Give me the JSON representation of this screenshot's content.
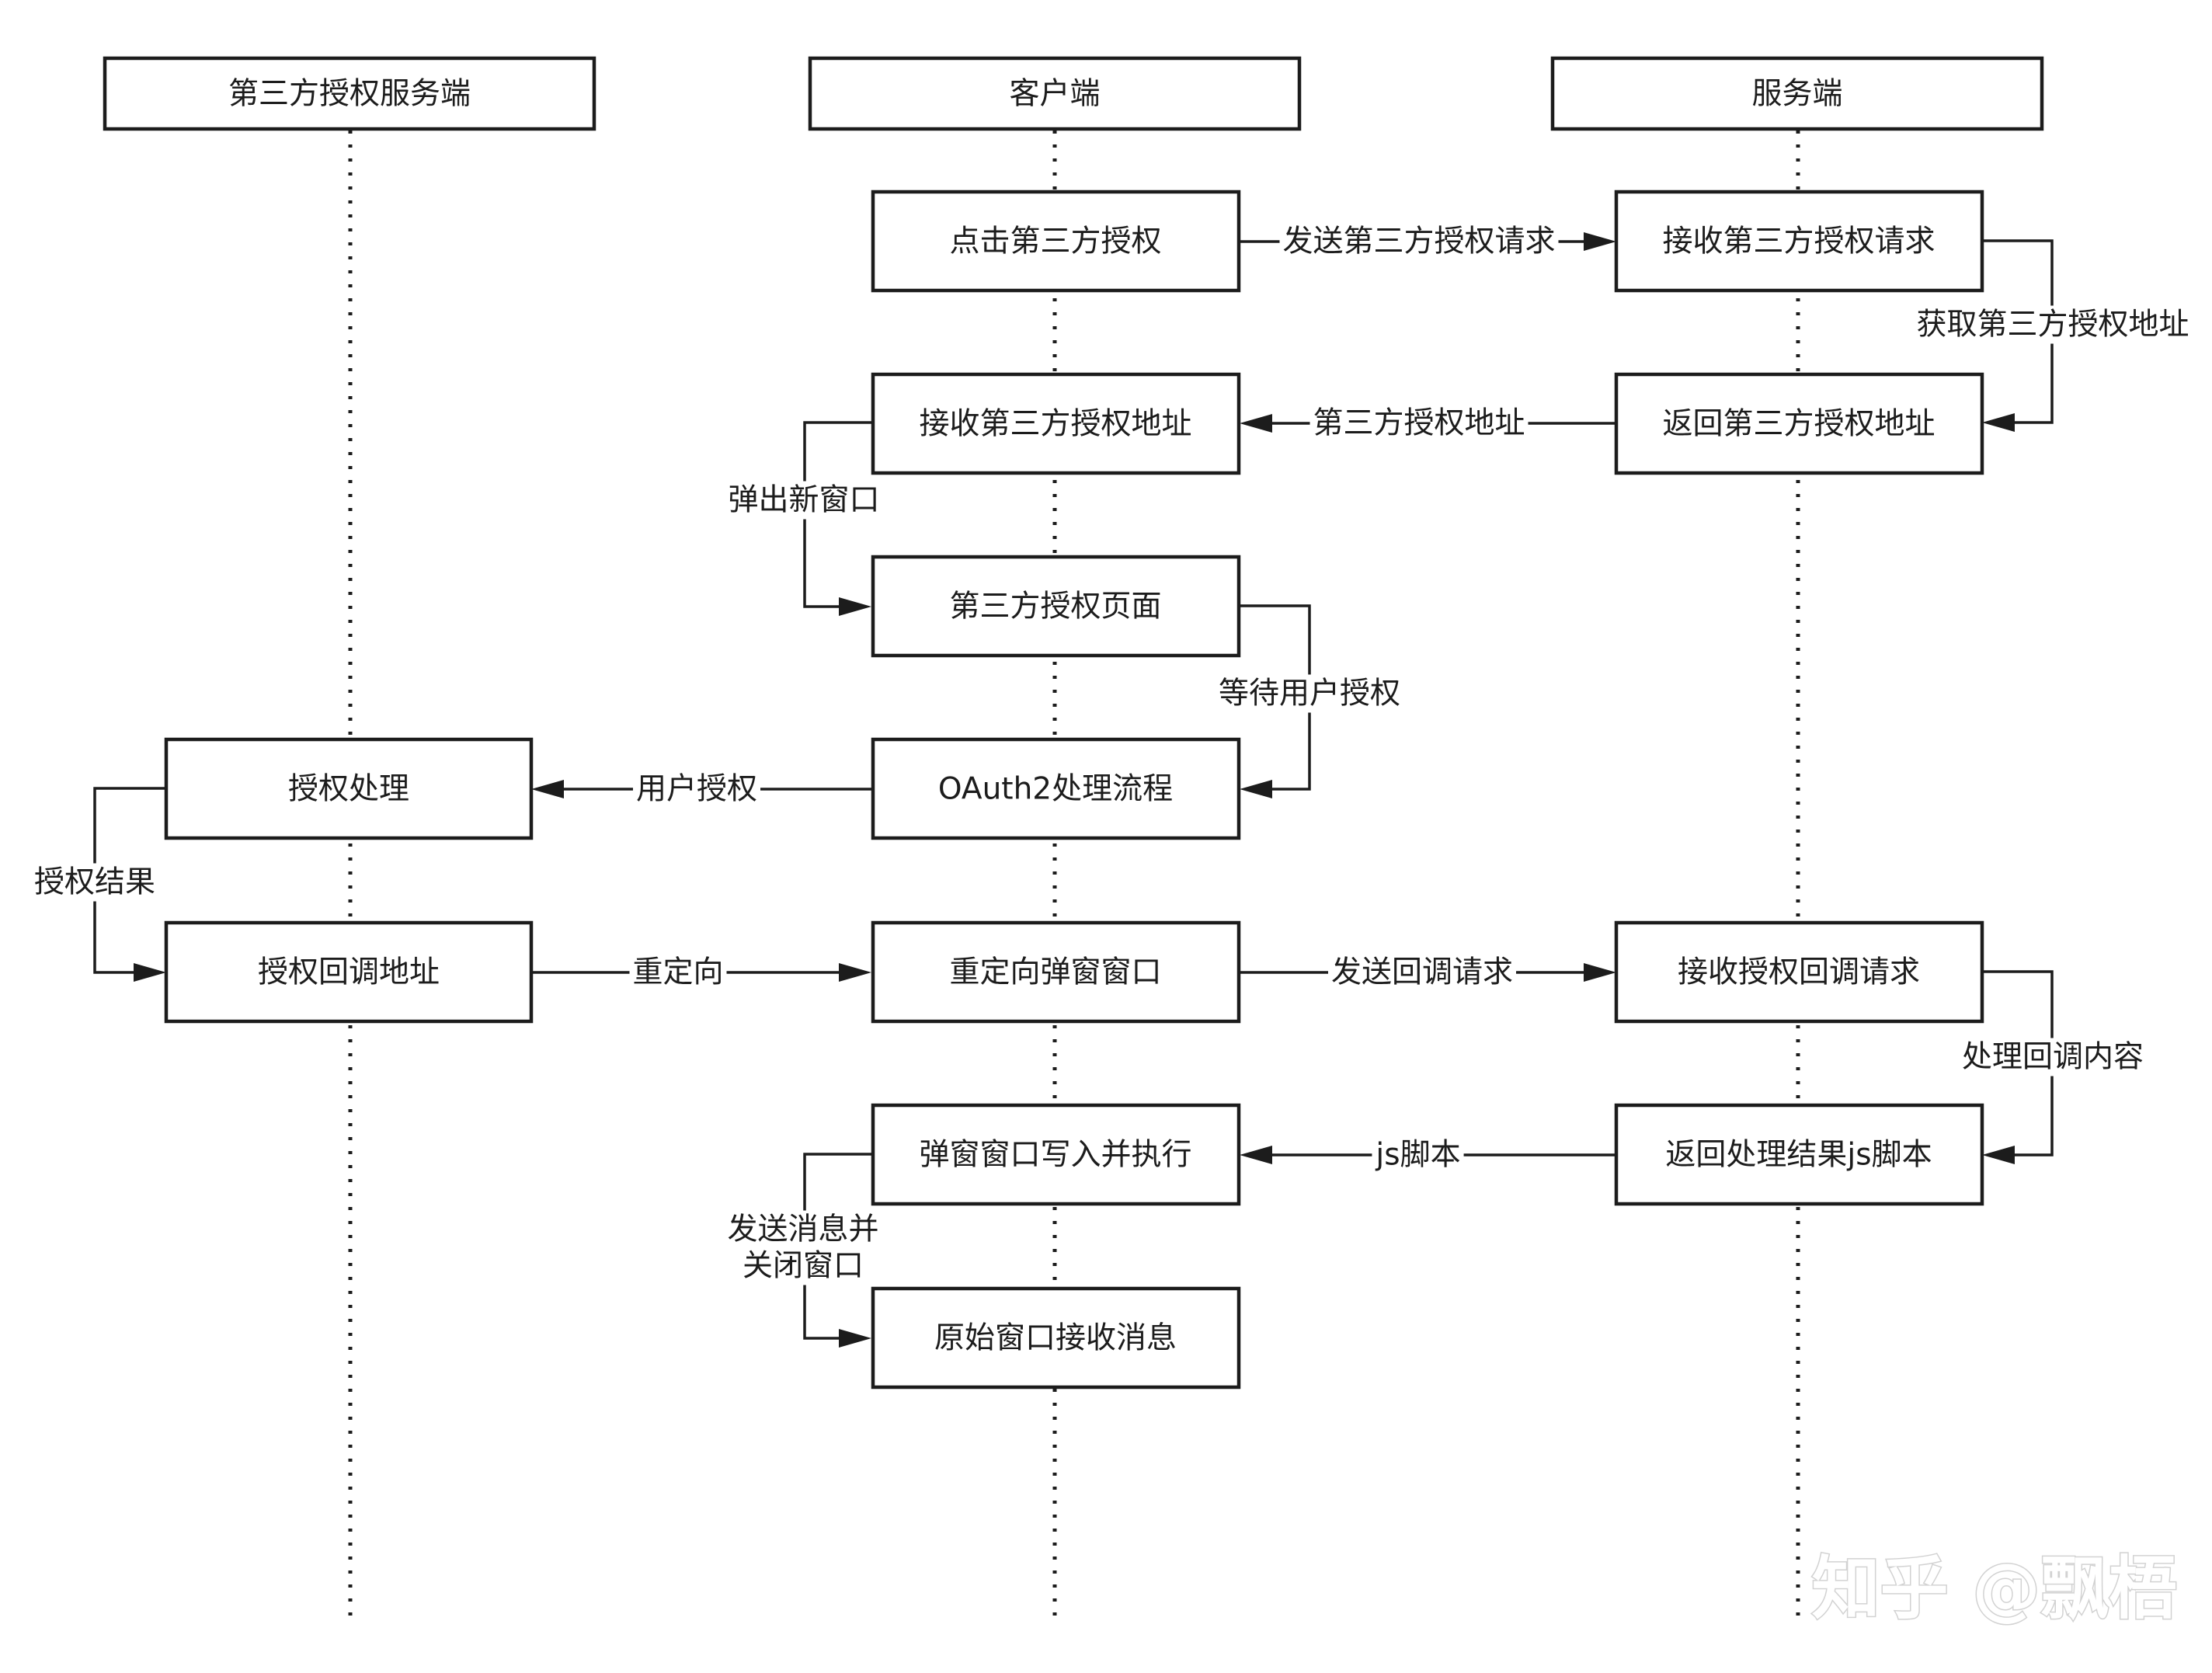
{
  "lanes": [
    {
      "id": "third_party",
      "label": "第三方授权服务端"
    },
    {
      "id": "client",
      "label": "客户端"
    },
    {
      "id": "server",
      "label": "服务端"
    }
  ],
  "steps": [
    {
      "id": "click_auth",
      "lane": "client",
      "label": "点击第三方授权"
    },
    {
      "id": "receive_auth_request",
      "lane": "server",
      "label": "接收第三方授权请求"
    },
    {
      "id": "receive_auth_url",
      "lane": "client",
      "label": "接收第三方授权地址"
    },
    {
      "id": "return_auth_url",
      "lane": "server",
      "label": "返回第三方授权地址"
    },
    {
      "id": "auth_page",
      "lane": "client",
      "label": "第三方授权页面"
    },
    {
      "id": "auth_process",
      "lane": "third_party",
      "label": "授权处理"
    },
    {
      "id": "oauth2_flow",
      "lane": "client",
      "label": "OAuth2处理流程"
    },
    {
      "id": "auth_callback_url",
      "lane": "third_party",
      "label": "授权回调地址"
    },
    {
      "id": "redirect_popup",
      "lane": "client",
      "label": "重定向弹窗窗口"
    },
    {
      "id": "receive_callback",
      "lane": "server",
      "label": "接收授权回调请求"
    },
    {
      "id": "popup_write_exec",
      "lane": "client",
      "label": "弹窗窗口写入并执行"
    },
    {
      "id": "return_js",
      "lane": "server",
      "label": "返回处理结果js脚本"
    },
    {
      "id": "original_receive",
      "lane": "client",
      "label": "原始窗口接收消息"
    }
  ],
  "edges": [
    {
      "id": "e1",
      "from": "click_auth",
      "to": "receive_auth_request",
      "label": "发送第三方授权请求"
    },
    {
      "id": "e2",
      "from": "receive_auth_request",
      "to": "return_auth_url",
      "label": "获取第三方授权地址"
    },
    {
      "id": "e3",
      "from": "return_auth_url",
      "to": "receive_auth_url",
      "label": "第三方授权地址"
    },
    {
      "id": "e4",
      "from": "receive_auth_url",
      "to": "auth_page",
      "label": "弹出新窗口"
    },
    {
      "id": "e5",
      "from": "auth_page",
      "to": "oauth2_flow",
      "label": "等待用户授权"
    },
    {
      "id": "e6",
      "from": "oauth2_flow",
      "to": "auth_process",
      "label": "用户授权"
    },
    {
      "id": "e7",
      "from": "auth_process",
      "to": "auth_callback_url",
      "label": "授权结果"
    },
    {
      "id": "e8",
      "from": "auth_callback_url",
      "to": "redirect_popup",
      "label": "重定向"
    },
    {
      "id": "e9",
      "from": "redirect_popup",
      "to": "receive_callback",
      "label": "发送回调请求"
    },
    {
      "id": "e10",
      "from": "receive_callback",
      "to": "return_js",
      "label": "处理回调内容"
    },
    {
      "id": "e11",
      "from": "return_js",
      "to": "popup_write_exec",
      "label": "js脚本"
    },
    {
      "id": "e12",
      "from": "popup_write_exec",
      "to": "original_receive",
      "label": [
        "发送消息并",
        "关闭窗口"
      ]
    }
  ],
  "watermark": "知乎 @飘梧"
}
